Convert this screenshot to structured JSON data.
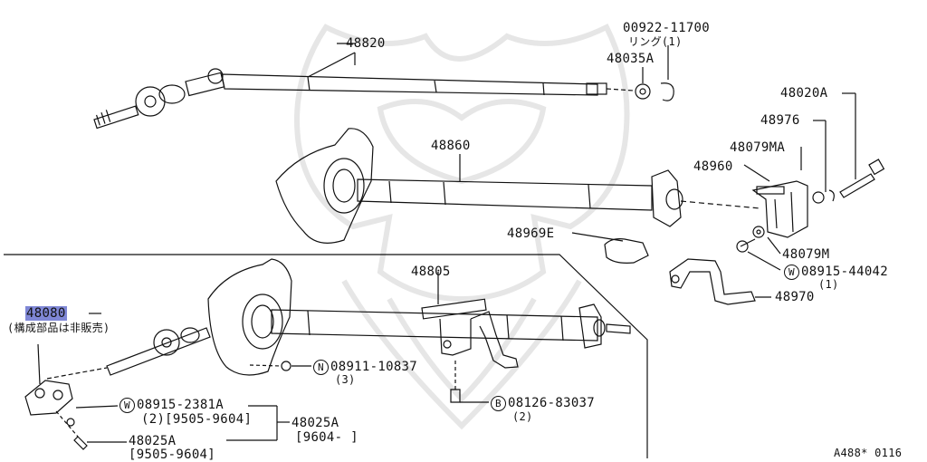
{
  "labels": {
    "p48820": "48820",
    "p00922": "00922-11700",
    "ring": "リング(1)",
    "p48035a": "48035A",
    "p48020a": "48020A",
    "p48976": "48976",
    "p48079ma": "48079MA",
    "p48960": "48960",
    "p48860": "48860",
    "p48969e": "48969E",
    "p48079m": "48079M",
    "w08915_44042": "08915-44042",
    "w08915_44042_qty": "(1)",
    "p48970": "48970",
    "p48805": "48805",
    "p48080": "48080",
    "p48080_note": "(構成部品は非販売)",
    "n08911": "08911-10837",
    "n08911_qty": "(3)",
    "w08915_2381a": "08915-2381A",
    "w08915_2381a_qty": "(2)[9505-9604]",
    "p48025a_right": "48025A",
    "p48025a_right_range": "[9604-    ]",
    "p48025a_left": "48025A",
    "p48025a_left_range": "[9505-9604]",
    "b08126": "08126-83037",
    "b08126_qty": "(2)",
    "drawing_code": "A488* 0116"
  },
  "markers": {
    "w": "W",
    "n": "N",
    "b": "B"
  },
  "colors": {
    "line": "#111111",
    "highlight": "#7f87d6",
    "watermark": "#e6e6e6"
  }
}
